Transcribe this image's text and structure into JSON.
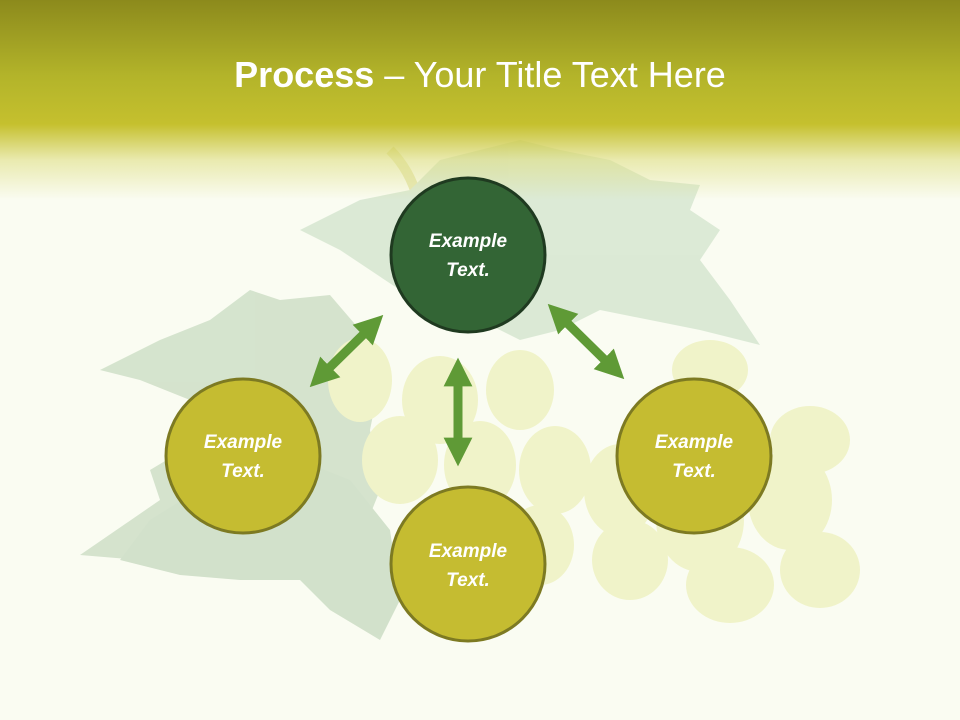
{
  "title": {
    "bold": "Process",
    "rest": " – Your Title Text Here"
  },
  "nodes": [
    {
      "id": "top",
      "line1": "Example",
      "line2": "Text."
    },
    {
      "id": "left",
      "line1": "Example",
      "line2": "Text."
    },
    {
      "id": "bottom",
      "line1": "Example",
      "line2": "Text."
    },
    {
      "id": "right",
      "line1": "Example",
      "line2": "Text."
    }
  ],
  "connectors": [
    {
      "from": "top",
      "to": "left",
      "direction": "bidirectional"
    },
    {
      "from": "top",
      "to": "bottom",
      "direction": "bidirectional"
    },
    {
      "from": "top",
      "to": "right",
      "direction": "bidirectional"
    }
  ],
  "colors": {
    "header": "#b3b42a",
    "top_node_fill": "#336535",
    "top_node_border": "#1f3a20",
    "node_fill": "#c5bc31",
    "node_border": "#7d7a22",
    "arrow": "#5f9a36",
    "text": "#ffffff"
  }
}
